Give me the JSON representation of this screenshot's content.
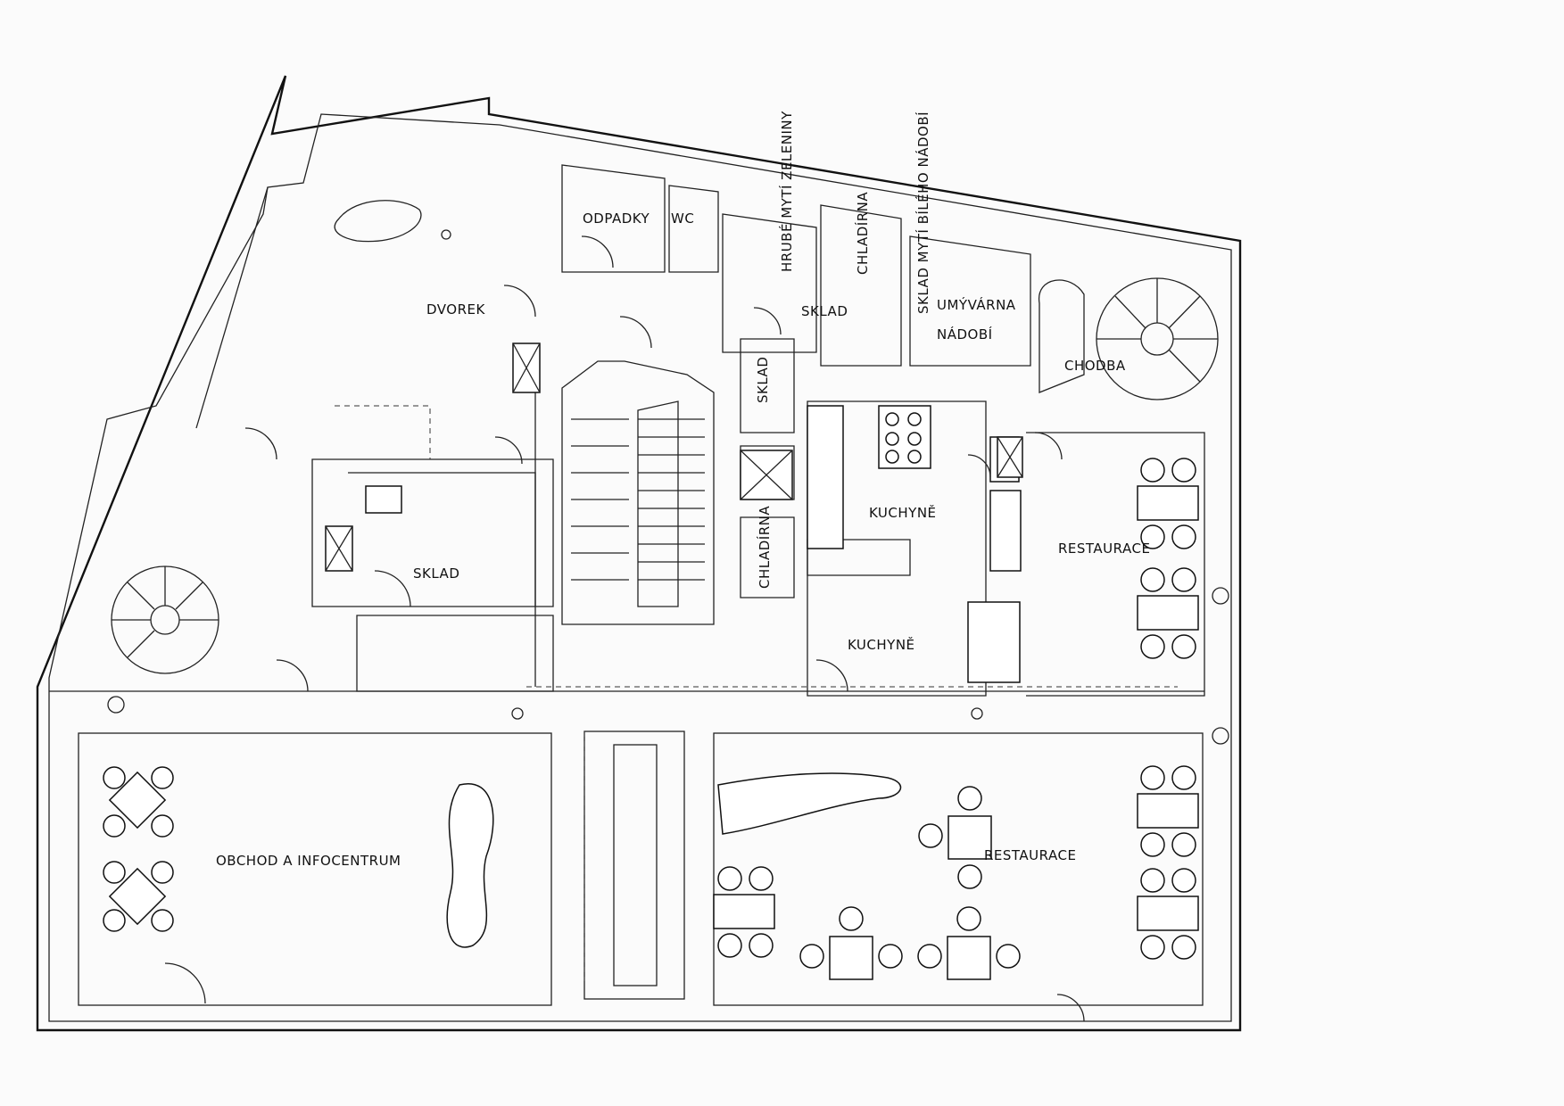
{
  "rooms": {
    "odpadky": "ODPADKY",
    "wc": "WC",
    "hrube_myti": "HRUBÉ MYTÍ ZELENINY",
    "chladirna_top": "CHLADÍRNA",
    "sklad_mytí": "SKLAD MYTÍ BÍLÉHO NÁDOBÍ",
    "umyvarna": "UMÝVÁRNA",
    "nadobi": "NÁDOBÍ",
    "dvorek": "DVOREK",
    "sklad_top": "SKLAD",
    "sklad_small": "SKLAD",
    "chodba": "CHODBA",
    "kuchyne_top": "KUCHYNĚ",
    "restaurace_right": "RESTAURACE",
    "sklad_left": "SKLAD",
    "chladirna_mid": "CHLADÍRNA",
    "kuchyne_bottom": "KUCHYNĚ",
    "obchod": "OBCHOD A INFOCENTRUM",
    "restaurace_bottom": "RESTAURACE"
  }
}
